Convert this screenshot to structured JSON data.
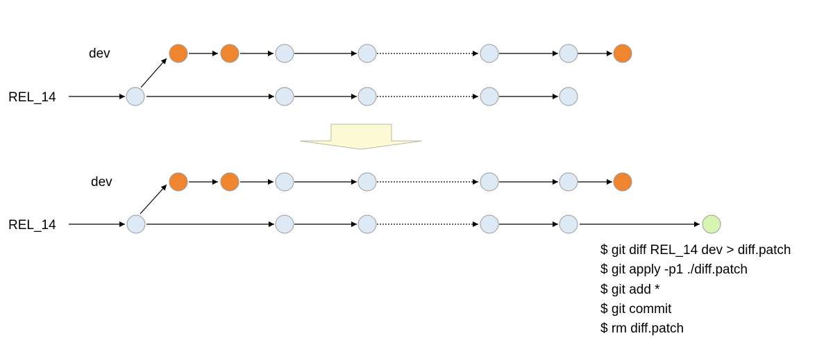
{
  "top": {
    "dev_label": "dev",
    "rel_label": "REL_14"
  },
  "bottom": {
    "dev_label": "dev",
    "rel_label": "REL_14"
  },
  "commands": [
    "$ git diff REL_14 dev > diff.patch",
    "$ git apply -p1 ./diff.patch",
    "$ git add *",
    "$ git commit",
    "$ rm diff.patch"
  ],
  "colors": {
    "commit_default": "#dde9f4",
    "commit_dev_change": "#f0852f",
    "commit_new": "#d6f5b0",
    "transition_arrow": "#fdfbd6"
  }
}
